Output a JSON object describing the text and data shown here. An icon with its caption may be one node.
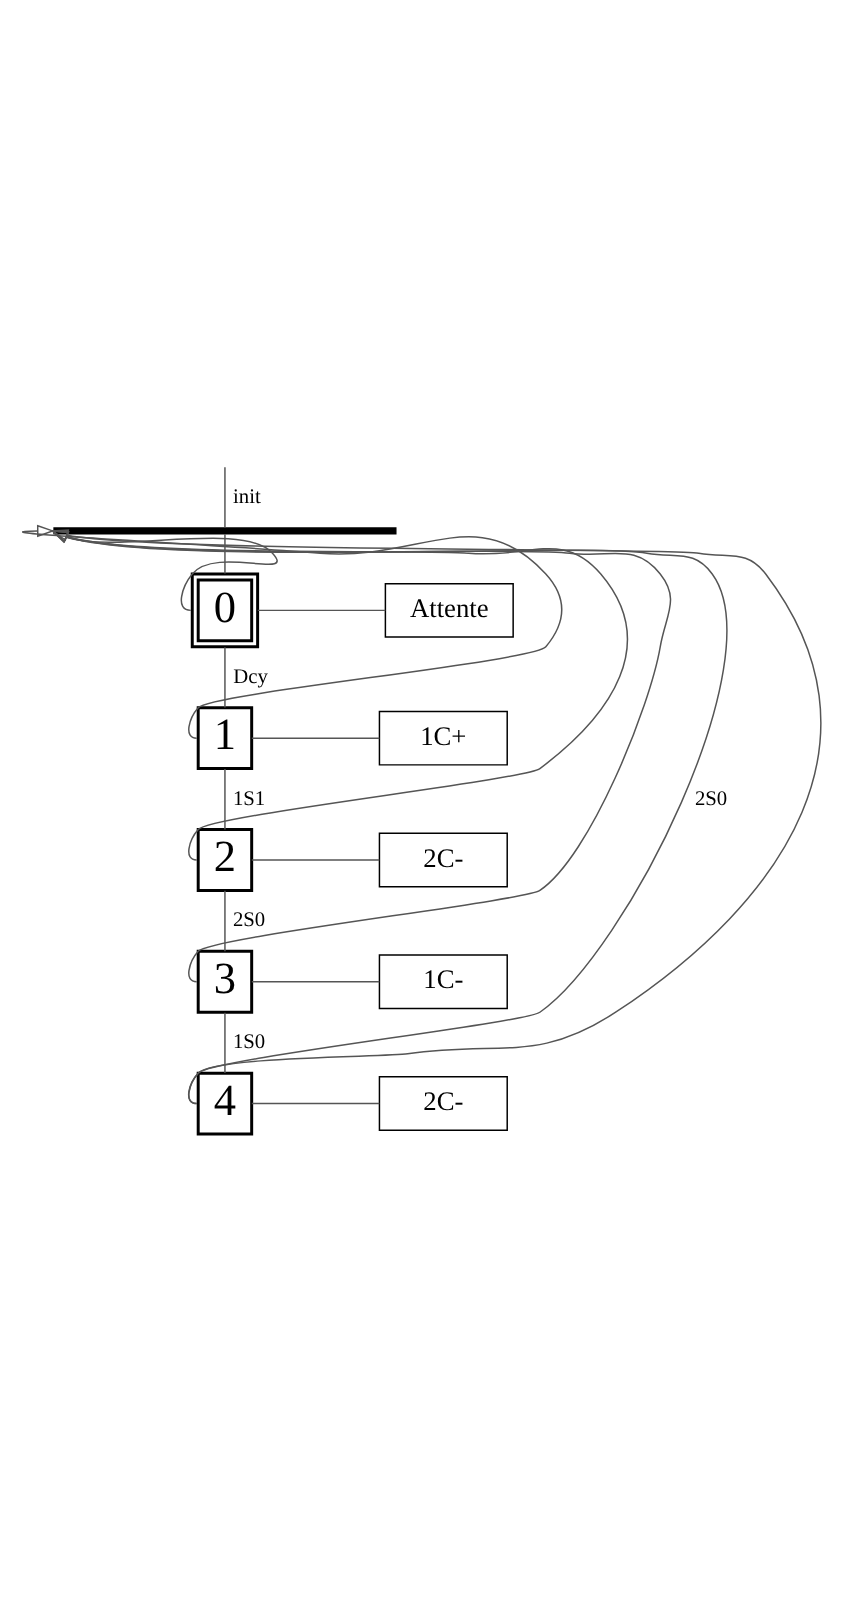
{
  "diagram": {
    "nodes": [
      {
        "text": [],
        "shape": "bar"
      },
      {
        "text": [
          "0"
        ]
      },
      {
        "text": [
          "Attente"
        ]
      },
      {
        "text": [
          "1"
        ]
      },
      {
        "text": [
          "1C+"
        ]
      },
      {
        "text": [
          "2"
        ]
      },
      {
        "text": [
          "2C-"
        ]
      },
      {
        "text": [
          "3"
        ]
      },
      {
        "text": [
          "1C-"
        ]
      },
      {
        "text": [
          "4"
        ]
      },
      {
        "text": [
          "2C-"
        ]
      }
    ],
    "edges": [
      {
        "from": null,
        "to": 0,
        "arrow": "none",
        "label": "init"
      },
      {
        "from": 0,
        "to": 1,
        "arrow": "none"
      },
      {
        "from": 1,
        "to": 2,
        "arrow": "none"
      },
      {
        "from": 1,
        "to": 3,
        "arrow": "none",
        "label": "Dcy"
      },
      {
        "from": 1,
        "to": 0,
        "arrow": "to"
      },
      {
        "from": 3,
        "to": 4,
        "arrow": "none"
      },
      {
        "from": 3,
        "to": 5,
        "arrow": "none",
        "label": "1S1"
      },
      {
        "from": 3,
        "to": 0,
        "arrow": "to"
      },
      {
        "from": 5,
        "to": 6,
        "arrow": "none"
      },
      {
        "from": 5,
        "to": 7,
        "arrow": "none",
        "label": "2S0"
      },
      {
        "from": 5,
        "to": 0,
        "arrow": "to"
      },
      {
        "from": 7,
        "to": 8,
        "arrow": "none"
      },
      {
        "from": 7,
        "to": 9,
        "arrow": "none",
        "label": "1S0"
      },
      {
        "from": 7,
        "to": 0,
        "arrow": "to"
      },
      {
        "from": 9,
        "to": 10,
        "arrow": "none"
      },
      {
        "from": 9,
        "to": 0,
        "arrow": "to",
        "label": "2S0"
      },
      {
        "from": 9,
        "to": 0,
        "arrow": "to"
      }
    ]
  }
}
